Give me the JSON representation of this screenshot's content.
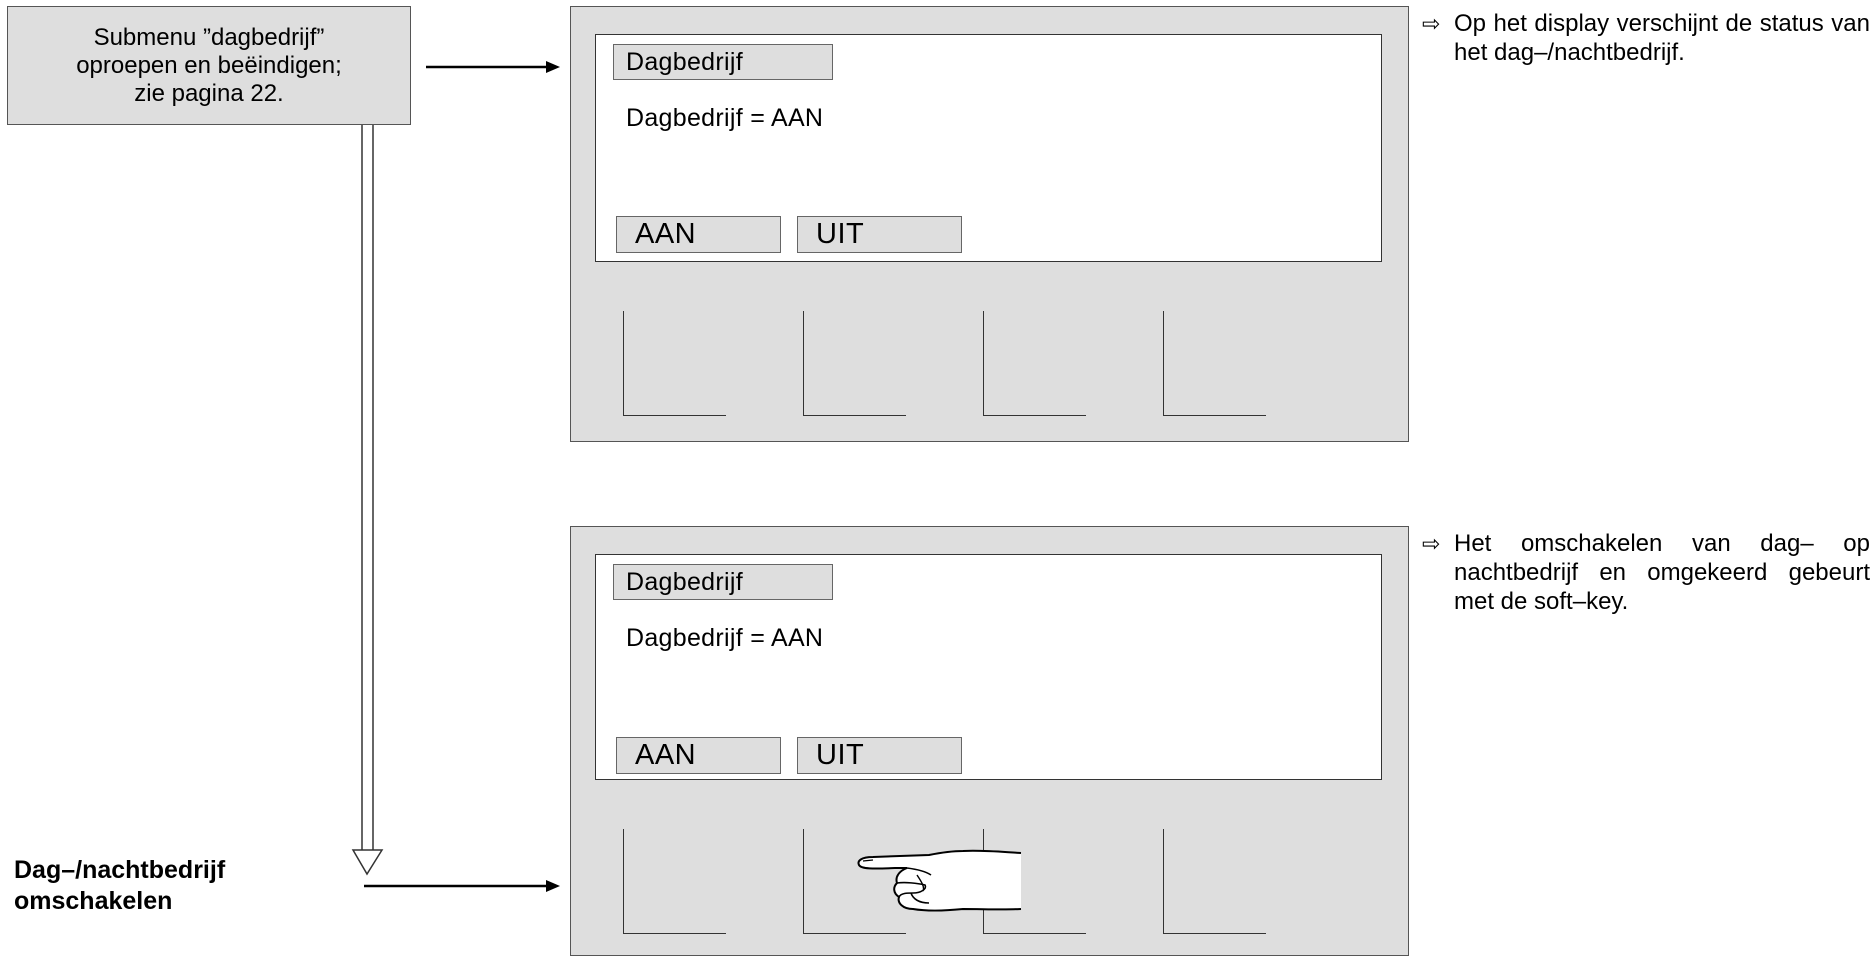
{
  "step_box": {
    "lines": [
      "Submenu ”dagbedrijf”",
      "oproepen en beëindigen;",
      "zie pagina 22."
    ]
  },
  "bottom_label": {
    "line1": "Dag–/nachtbedrijf",
    "line2": "omschakelen"
  },
  "display_1": {
    "title": "Dagbedrijf",
    "status": "Dagbedrijf = AAN",
    "softkeys": [
      "AAN",
      "UIT"
    ]
  },
  "display_2": {
    "title": "Dagbedrijf",
    "status": "Dagbedrijf = AAN",
    "softkeys": [
      "AAN",
      "UIT"
    ]
  },
  "notes": [
    {
      "icon": "hollow-right-arrow-icon",
      "arrow": "⇨",
      "text": "Op het display verschijnt de status van het dag–/nachtbedrijf."
    },
    {
      "icon": "hollow-right-arrow-icon",
      "arrow": "⇨",
      "text": "Het omschakelen van dag– op nachtbedrijf en omgekeerd gebeurt met de soft–key."
    }
  ]
}
